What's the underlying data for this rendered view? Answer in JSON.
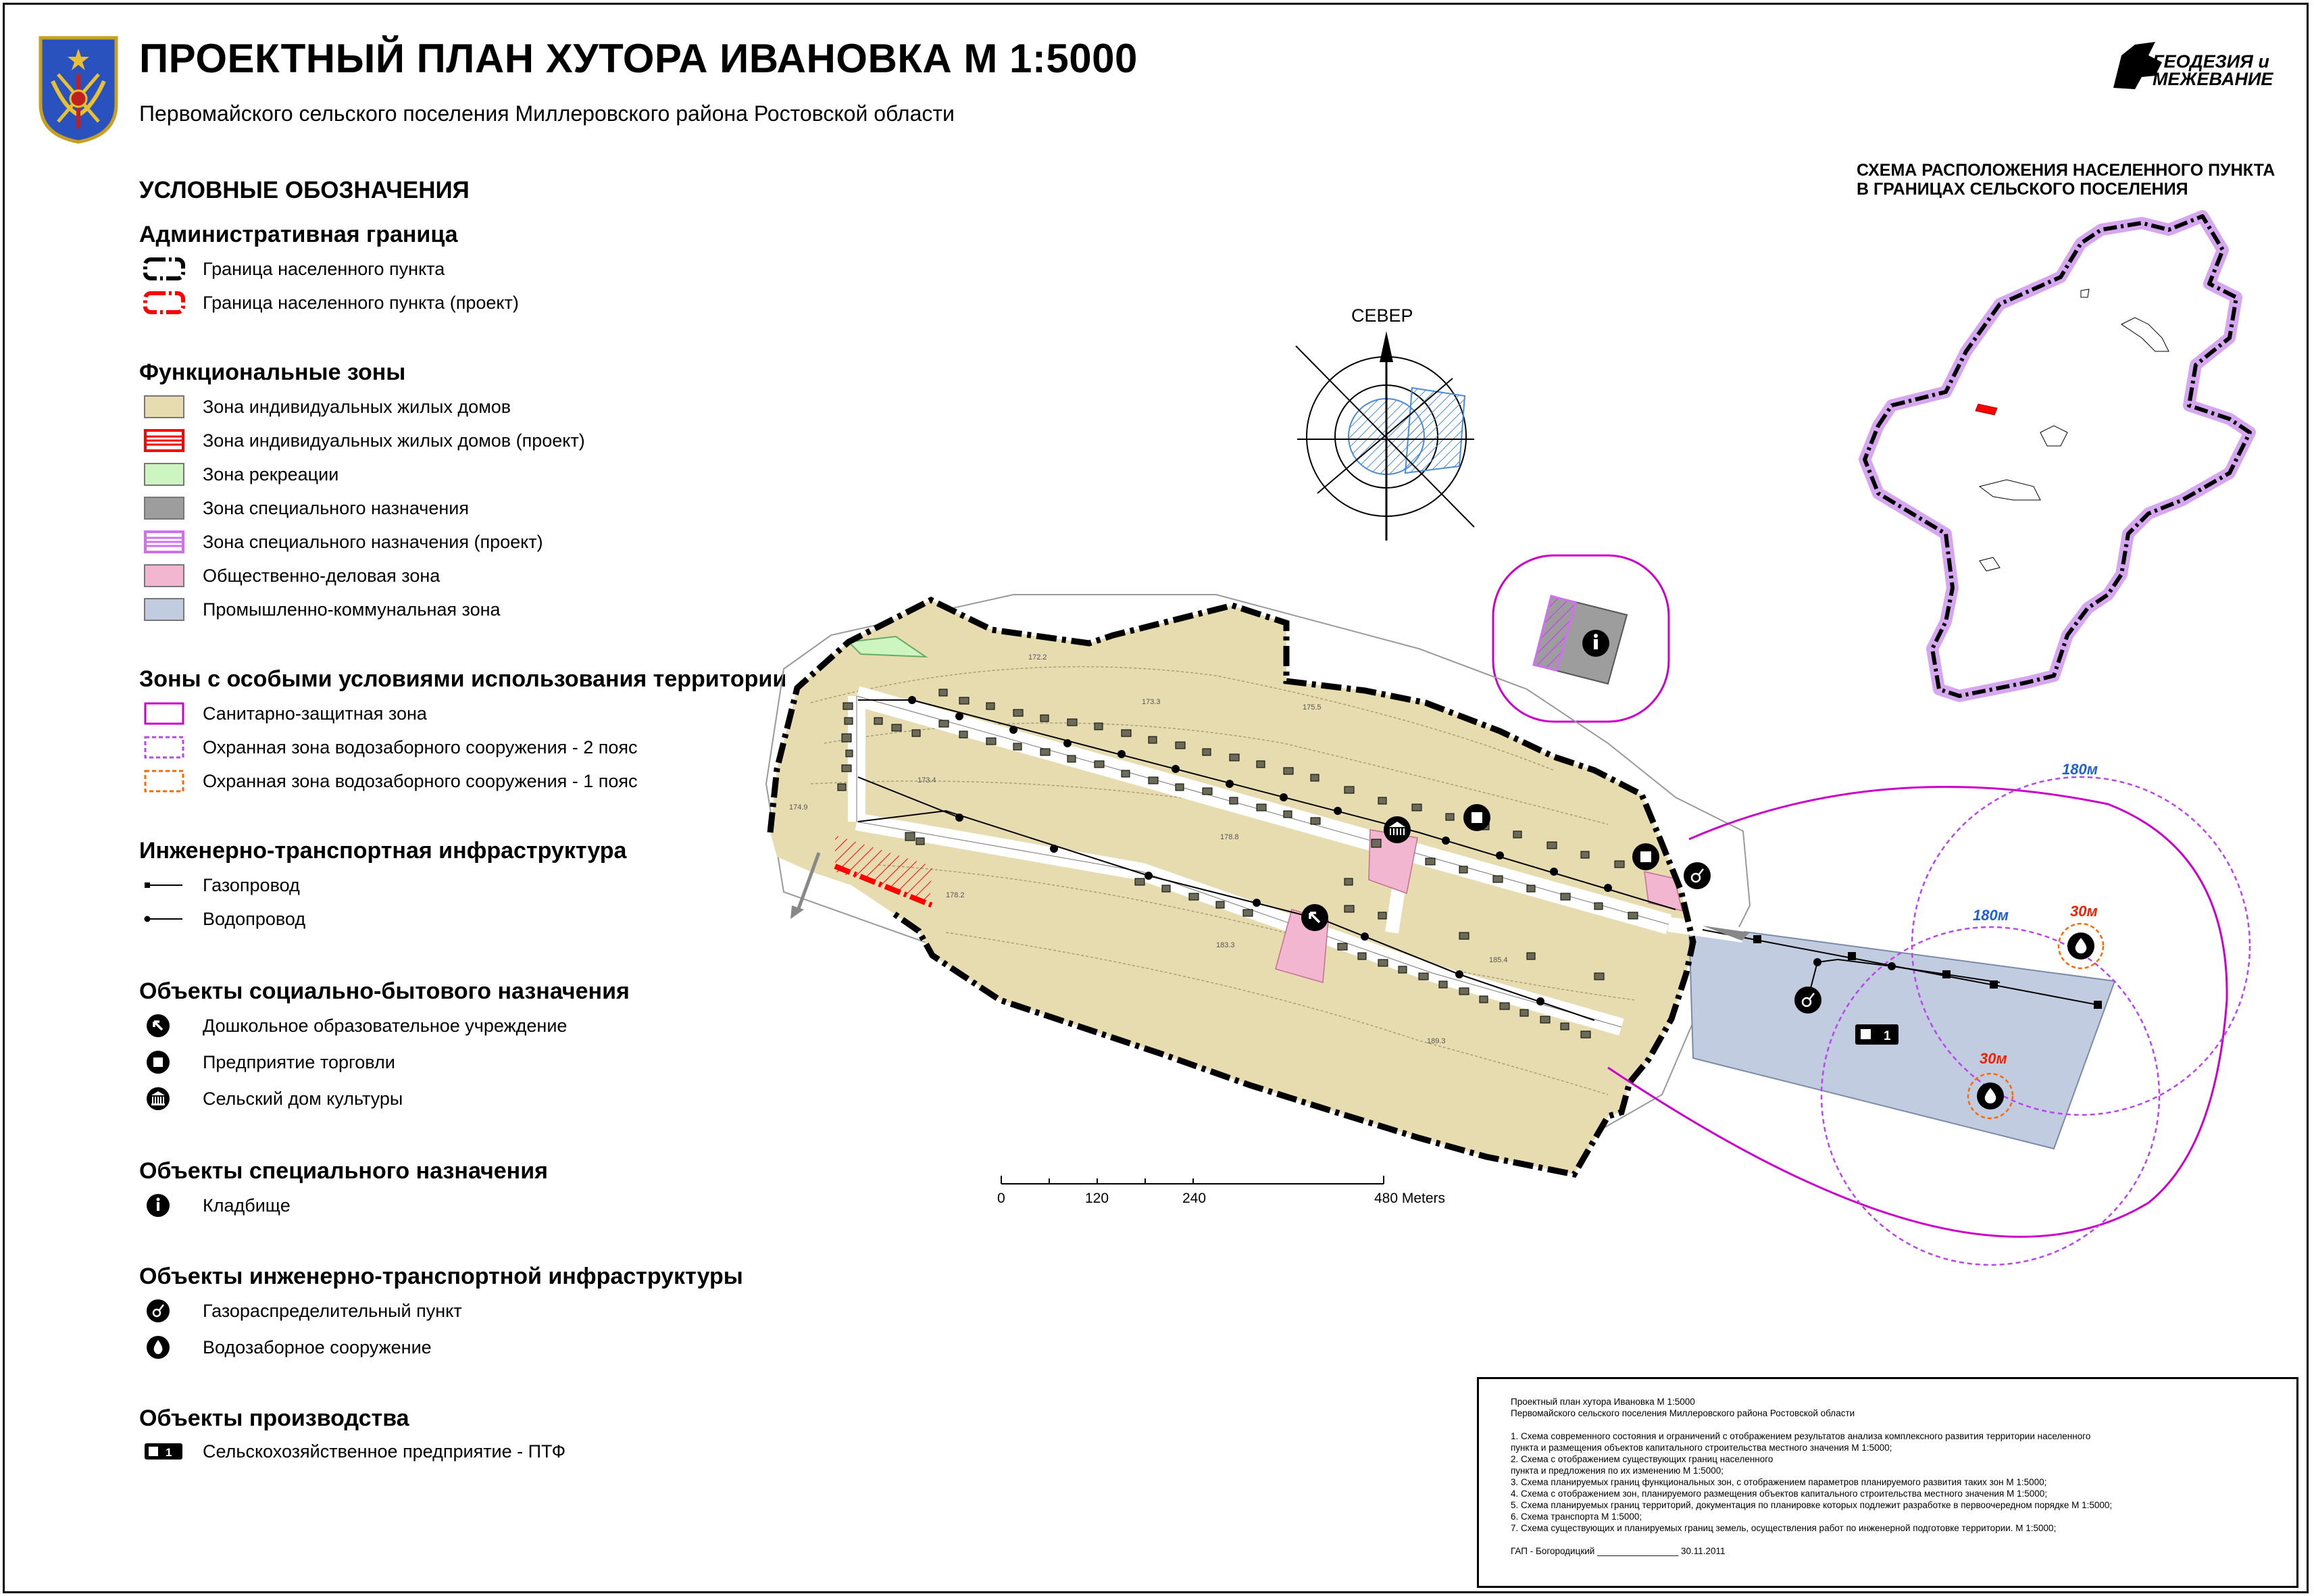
{
  "header": {
    "title": "ПРОЕКТНЫЙ ПЛАН ХУТОРА ИВАНОВКА М 1:5000",
    "subtitle": "Первомайского сельского поселения Миллеровского района Ростовской области",
    "logo_line1": "ГЕОДЕЗИЯ и",
    "logo_line2": "МЕЖЕВАНИЕ"
  },
  "legend": {
    "title": "УСЛОВНЫЕ ОБОЗНАЧЕНИЯ",
    "groups": [
      {
        "heading": "Административная граница",
        "items": [
          "Граница населенного пункта",
          "Граница населенного пункта (проект)"
        ]
      },
      {
        "heading": "Функциональные зоны",
        "items": [
          "Зона индивидуальных жилых домов",
          "Зона индивидуальных жилых домов (проект)",
          "Зона рекреации",
          "Зона специального назначения",
          "Зона специального назначения (проект)",
          "Общественно-деловая зона",
          "Промышленно-коммунальная зона"
        ]
      },
      {
        "heading": "Зоны с особыми условиями использования территории",
        "items": [
          "Санитарно-защитная зона",
          "Охранная зона водозаборного сооружения - 2 пояс",
          "Охранная зона водозаборного сооружения - 1 пояс"
        ]
      },
      {
        "heading": "Инженерно-транспортная инфраструктура",
        "items": [
          "Газопровод",
          "Водопровод"
        ]
      },
      {
        "heading": "Объекты социально-бытового назначения",
        "items": [
          "Дошкольное образовательное учреждение",
          "Предприятие торговли",
          "Сельский дом культуры"
        ]
      },
      {
        "heading": "Объекты специального назначения",
        "items": [
          "Кладбище"
        ]
      },
      {
        "heading": "Объекты инженерно-транспортной инфраструктуры",
        "items": [
          "Газораспределительный пункт",
          "Водозаборное сооружение"
        ]
      },
      {
        "heading": "Объекты производства",
        "items": [
          "Сельскохозяйственное предприятие - ПТФ"
        ]
      }
    ],
    "colors": {
      "residential": "#e6dcb0",
      "recreation": "#ccf5c0",
      "special": "#9d9d9d",
      "public": "#f2b6d0",
      "industrial": "#c2cce0",
      "project_red": "#ff0000",
      "project_violet": "#d070f0",
      "sanitary": "#cc00cc",
      "water_2": "#bb44ee",
      "water_1": "#ff6600"
    },
    "icons": [
      "kindergarten-icon",
      "shop-icon",
      "culture-house-icon",
      "cemetery-icon",
      "gas-point-icon",
      "water-intake-icon",
      "poultry-farm-icon"
    ]
  },
  "map": {
    "north_label": "СЕВЕР",
    "zone_labels": [
      "180м",
      "180м",
      "30м",
      "30м"
    ],
    "factory_number": "1",
    "elevations": [
      "172.2",
      "173.3",
      "175.5",
      "173.4",
      "178.8",
      "174.9",
      "178.2",
      "183.3",
      "185.4",
      "189.3"
    ],
    "scale": {
      "ticks": [
        "0",
        "120",
        "240",
        "480 Meters"
      ]
    }
  },
  "inset": {
    "title_line1": "СХЕМА РАСПОЛОЖЕНИЯ НАСЕЛЕННОГО ПУНКТА",
    "title_line2": "В ГРАНИЦАХ СЕЛЬСКОГО ПОСЕЛЕНИЯ"
  },
  "infobox": {
    "lines": [
      "Проектный план хутора Ивановка М 1:5000",
      "Первомайского сельского поселения Миллеровского района Ростовской области",
      "",
      "1. Схема современного состояния и ограничений  с отображением результатов анализа комплексного развития территории населенного",
      "  пункта и размещения объектов капитального строительства местного значения М 1:5000;",
      "2. Схема с отображением существующих  границ населенного",
      "  пункта и предложения по их изменению М 1:5000;",
      "3. Схема планируемых границ функциональных зон, с отображением параметров планируемого развития таких зон М 1:5000;",
      "4. Схема с отображением зон, планируемого размещения объектов капитального строительства местного значения М 1:5000;",
      "5. Схема планируемых границ территорий, документация по планировке которых подлежит разработке в первоочередном порядке М 1:5000;",
      "6. Схема транспорта М 1:5000;",
      "7. Схема существующих и планируемых границ земель, осуществления работ по инженерной подготовке территории. М 1:5000;",
      "",
      "ГАП - Богородицкий ________________ 30.11.2011"
    ]
  }
}
